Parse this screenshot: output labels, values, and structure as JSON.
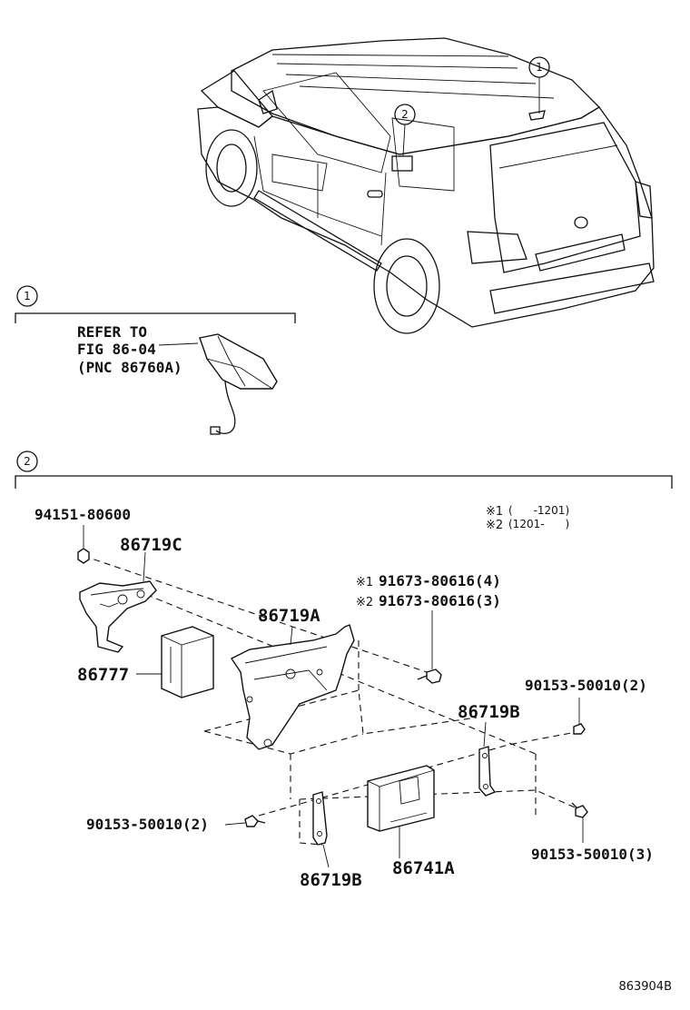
{
  "callouts": [
    {
      "num": "1"
    },
    {
      "num": "2"
    }
  ],
  "section1": {
    "num": "1",
    "refer_lines": [
      "REFER TO",
      "FIG 86-04",
      "(PNC 86760A)"
    ]
  },
  "section2": {
    "num": "2",
    "legend": [
      {
        "mark": "※1",
        "range": "(      -1201)"
      },
      {
        "mark": "※2",
        "range": "(1201-      )"
      }
    ]
  },
  "parts": {
    "nut_94151": "94151-80600",
    "bracket_86719C": "86719C",
    "module_86777": "86777",
    "bracket_86719A": "86719A",
    "bolt_note1_mark": "※1",
    "bolt_note1": "91673-80616(4)",
    "bolt_note2_mark": "※2",
    "bolt_note2": "91673-80616(3)",
    "screw_right_top": "90153-50010(2)",
    "bracket_86719B_right": "86719B",
    "screw_left": "90153-50010(2)",
    "bracket_86719B_left": "86719B",
    "receiver_86741A": "86741A",
    "screw_right_bottom": "90153-50010(3)"
  },
  "figure_id": "863904B",
  "icons": [
    "antenna-icon",
    "vehicle-illustration",
    "nut-icon",
    "screw-icon",
    "bolt-icon"
  ]
}
